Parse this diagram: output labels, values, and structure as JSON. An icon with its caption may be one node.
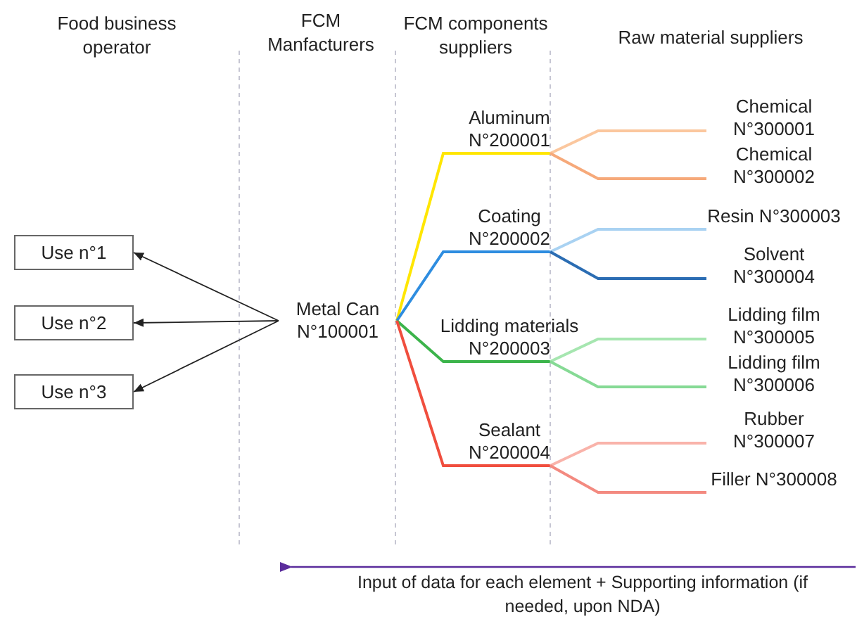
{
  "diagram": {
    "nodes": [
      {
        "text": [
          "Use n°1"
        ]
      },
      {
        "text": [
          "Use n°2"
        ]
      },
      {
        "text": [
          "Use n°3"
        ]
      },
      {
        "text": [
          "Metal Can N°100001"
        ]
      },
      {
        "text": [
          "Aluminum N°200001"
        ]
      },
      {
        "text": [
          "Coating N°200002"
        ]
      },
      {
        "text": [
          "Lidding materials N°200003"
        ]
      },
      {
        "text": [
          "Sealant N°200004"
        ]
      },
      {
        "text": [
          "Chemical N°300001"
        ]
      },
      {
        "text": [
          "Chemical N°300002"
        ]
      },
      {
        "text": [
          "Resin N°300003"
        ]
      },
      {
        "text": [
          "Solvent N°300004"
        ]
      },
      {
        "text": [
          "Lidding film N°300005"
        ]
      },
      {
        "text": [
          "Lidding film N°300006"
        ]
      },
      {
        "text": [
          "Rubber N°300007"
        ]
      },
      {
        "text": [
          "Filler N°300008"
        ]
      }
    ],
    "edges": [
      {
        "from": 3,
        "to": 0,
        "arrow": "to"
      },
      {
        "from": 3,
        "to": 1,
        "arrow": "to"
      },
      {
        "from": 3,
        "to": 2,
        "arrow": "to"
      },
      {
        "from": 3,
        "to": 4,
        "arrow": "none",
        "color": "#ffe600"
      },
      {
        "from": 3,
        "to": 5,
        "arrow": "none",
        "color": "#2e8de0"
      },
      {
        "from": 3,
        "to": 6,
        "arrow": "none",
        "color": "#3cb44b"
      },
      {
        "from": 3,
        "to": 7,
        "arrow": "none",
        "color": "#f04e3e"
      },
      {
        "from": 4,
        "to": 8,
        "arrow": "none",
        "color": "#fbc79e"
      },
      {
        "from": 4,
        "to": 9,
        "arrow": "none",
        "color": "#f6a97a"
      },
      {
        "from": 5,
        "to": 10,
        "arrow": "none",
        "color": "#a9d2f2"
      },
      {
        "from": 5,
        "to": 11,
        "arrow": "none",
        "color": "#2b6db3"
      },
      {
        "from": 6,
        "to": 12,
        "arrow": "none",
        "color": "#a6e6b0"
      },
      {
        "from": 6,
        "to": 13,
        "arrow": "none",
        "color": "#86da95"
      },
      {
        "from": 7,
        "to": 14,
        "arrow": "none",
        "color": "#f9b3aa"
      },
      {
        "from": 7,
        "to": 15,
        "arrow": "none",
        "color": "#f38a80"
      }
    ],
    "labels": [
      "Food business operator",
      "FCM Manfacturers",
      "FCM components suppliers",
      "Raw material suppliers",
      "Input of data for each element + Supporting information (if needed, upon NDA)"
    ]
  }
}
